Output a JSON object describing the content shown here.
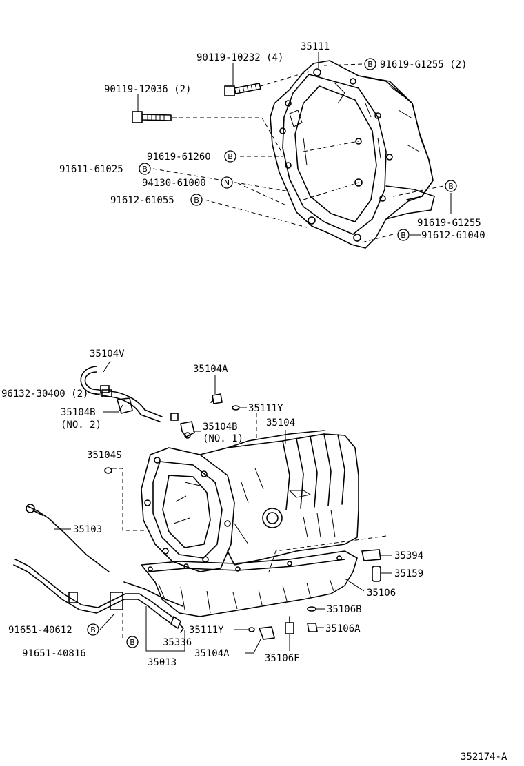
{
  "diagram_id": "352174-A",
  "labels": {
    "p35111": "35111",
    "p9011910232": "90119-10232 (4)",
    "p91619G1255_2": "91619-G1255 (2)",
    "p9011912036": "90119-12036 (2)",
    "p9161961260": "91619-61260",
    "p9161161025": "91611-61025",
    "p9413061000": "94130-61000",
    "p9161261055": "91612-61055",
    "p91619G1255": "91619-G1255",
    "p9161261040": "91612-61040",
    "p35104V": "35104V",
    "p35104A_top": "35104A",
    "p9613230400": "96132-30400 (2)",
    "p35111Y_top": "35111Y",
    "p35104B_no2": "35104B",
    "p35104B_no2_sub": "(NO. 2)",
    "p35104B_no1": "35104B",
    "p35104B_no1_sub": "(NO. 1)",
    "p35104": "35104",
    "p35104S": "35104S",
    "p35103": "35103",
    "p35394": "35394",
    "p35159": "35159",
    "p35106": "35106",
    "p35106B": "35106B",
    "p35106A": "35106A",
    "p9165140612": "91651-40612",
    "p35111Y_bot": "35111Y",
    "p35336": "35336",
    "p9165140816": "91651-40816",
    "p35013": "35013",
    "p35104A_bot": "35104A",
    "p35106F": "35106F"
  },
  "markers": {
    "B": "B",
    "N": "N"
  }
}
